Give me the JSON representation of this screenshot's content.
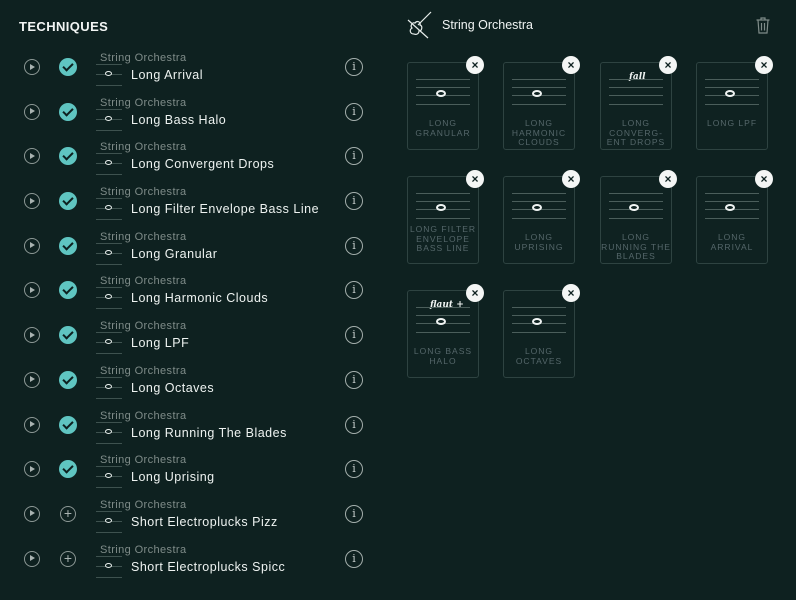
{
  "left_panel": {
    "title": "TECHNIQUES"
  },
  "techniques": [
    {
      "category": "String Orchestra",
      "name": "Long Arrival",
      "selected": true
    },
    {
      "category": "String Orchestra",
      "name": "Long Bass Halo",
      "selected": true
    },
    {
      "category": "String Orchestra",
      "name": "Long Convergent Drops",
      "selected": true
    },
    {
      "category": "String Orchestra",
      "name": "Long Filter Envelope Bass Line",
      "selected": true
    },
    {
      "category": "String Orchestra",
      "name": "Long Granular",
      "selected": true
    },
    {
      "category": "String Orchestra",
      "name": "Long Harmonic Clouds",
      "selected": true
    },
    {
      "category": "String Orchestra",
      "name": "Long LPF",
      "selected": true
    },
    {
      "category": "String Orchestra",
      "name": "Long Octaves",
      "selected": true
    },
    {
      "category": "String Orchestra",
      "name": "Long Running The Blades",
      "selected": true
    },
    {
      "category": "String Orchestra",
      "name": "Long Uprising",
      "selected": true
    },
    {
      "category": "String Orchestra",
      "name": "Short Electroplucks Pizz",
      "selected": false
    },
    {
      "category": "String Orchestra",
      "name": "Short Electroplucks Spicc",
      "selected": false
    }
  ],
  "header": {
    "title": "String Orchestra"
  },
  "cards": [
    {
      "label": "LONG GRANULAR",
      "mark": ""
    },
    {
      "label": "LONG HARMONIC CLOUDS",
      "mark": ""
    },
    {
      "label": "LONG CONVERG-ENT DROPS",
      "mark": "fall"
    },
    {
      "label": "LONG LPF",
      "mark": ""
    },
    {
      "label": "LONG FILTER ENVELOPE BASS LINE",
      "mark": ""
    },
    {
      "label": "LONG UPRISING",
      "mark": ""
    },
    {
      "label": "LONG RUNNING THE BLADES",
      "mark": ""
    },
    {
      "label": "LONG ARRIVAL",
      "mark": ""
    },
    {
      "label": "LONG BASS HALO",
      "mark": "flaut +"
    },
    {
      "label": "LONG OCTAVES",
      "mark": ""
    }
  ],
  "colors": {
    "background": "#0e2120",
    "accent": "#5fc5c1"
  },
  "icons": {
    "play": "play-icon",
    "check": "check-icon",
    "add": "plus-icon",
    "info": "info-icon",
    "remove": "close-icon",
    "trash": "trash-icon",
    "instrument": "violin-icon"
  }
}
